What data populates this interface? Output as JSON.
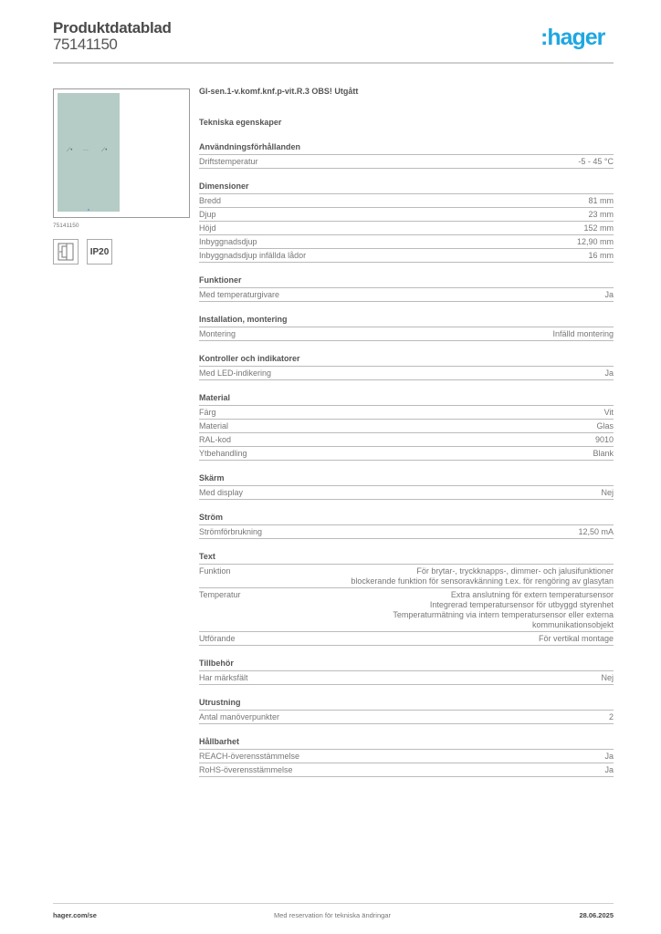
{
  "header": {
    "title": "Produktdatablad",
    "product_number": "75141150",
    "brand": ":hager",
    "brand_color": "#1fa7e1"
  },
  "image_panel": {
    "caption": "75141150",
    "icons": [
      {
        "name": "flush-mount-icon"
      },
      {
        "name": "ip-rating-icon",
        "label": "IP20"
      }
    ]
  },
  "product": {
    "name": "Gl-sen.1-v.komf.knf.p-vit.R.3 OBS! Utgått",
    "section_title": "Tekniska egenskaper"
  },
  "sections": [
    {
      "title": "Användningsförhållanden",
      "rows": [
        {
          "label": "Driftstemperatur",
          "value": [
            "-5 - 45 °C"
          ]
        }
      ]
    },
    {
      "title": "Dimensioner",
      "rows": [
        {
          "label": "Bredd",
          "value": [
            "81 mm"
          ]
        },
        {
          "label": "Djup",
          "value": [
            "23 mm"
          ]
        },
        {
          "label": "Höjd",
          "value": [
            "152 mm"
          ]
        },
        {
          "label": "Inbyggnadsdjup",
          "value": [
            "12,90 mm"
          ]
        },
        {
          "label": "Inbyggnadsdjup infällda lådor",
          "value": [
            "16 mm"
          ]
        }
      ]
    },
    {
      "title": "Funktioner",
      "rows": [
        {
          "label": "Med temperaturgivare",
          "value": [
            "Ja"
          ]
        }
      ]
    },
    {
      "title": "Installation, montering",
      "rows": [
        {
          "label": "Montering",
          "value": [
            "Infälld montering"
          ]
        }
      ]
    },
    {
      "title": "Kontroller och indikatorer",
      "rows": [
        {
          "label": "Med LED-indikering",
          "value": [
            "Ja"
          ]
        }
      ]
    },
    {
      "title": "Material",
      "rows": [
        {
          "label": "Färg",
          "value": [
            "Vit"
          ]
        },
        {
          "label": "Material",
          "value": [
            "Glas"
          ]
        },
        {
          "label": "RAL-kod",
          "value": [
            "9010"
          ]
        },
        {
          "label": "Ytbehandling",
          "value": [
            "Blank"
          ]
        }
      ]
    },
    {
      "title": "Skärm",
      "rows": [
        {
          "label": "Med display",
          "value": [
            "Nej"
          ]
        }
      ]
    },
    {
      "title": "Ström",
      "rows": [
        {
          "label": "Strömförbrukning",
          "value": [
            "12,50 mA"
          ]
        }
      ]
    },
    {
      "title": "Text",
      "rows": [
        {
          "label": "Funktion",
          "value": [
            "För brytar-, tryckknapps-, dimmer- och jalusifunktioner",
            "blockerande funktion för sensoravkänning t.ex. för rengöring av glasytan"
          ]
        },
        {
          "label": "Temperatur",
          "value": [
            "Extra anslutning för extern temperatursensor",
            "Integrerad temperatursensor för  utbyggd styrenhet",
            "Temperaturmätning via intern temperatursensor eller externa",
            "kommunikationsobjekt"
          ]
        },
        {
          "label": "Utförande",
          "value": [
            "För vertikal montage"
          ]
        }
      ]
    },
    {
      "title": "Tillbehör",
      "rows": [
        {
          "label": "Har märksfält",
          "value": [
            "Nej"
          ]
        }
      ]
    },
    {
      "title": "Utrustning",
      "rows": [
        {
          "label": "Antal manöverpunkter",
          "value": [
            "2"
          ]
        }
      ]
    },
    {
      "title": "Hållbarhet",
      "rows": [
        {
          "label": "REACH-överensstämmelse",
          "value": [
            "Ja"
          ]
        },
        {
          "label": "RoHS-överensstämmelse",
          "value": [
            "Ja"
          ]
        }
      ]
    }
  ],
  "footer": {
    "website": "hager.com/se",
    "disclaimer": "Med reservation för tekniska ändringar",
    "date": "28.06.2025"
  }
}
